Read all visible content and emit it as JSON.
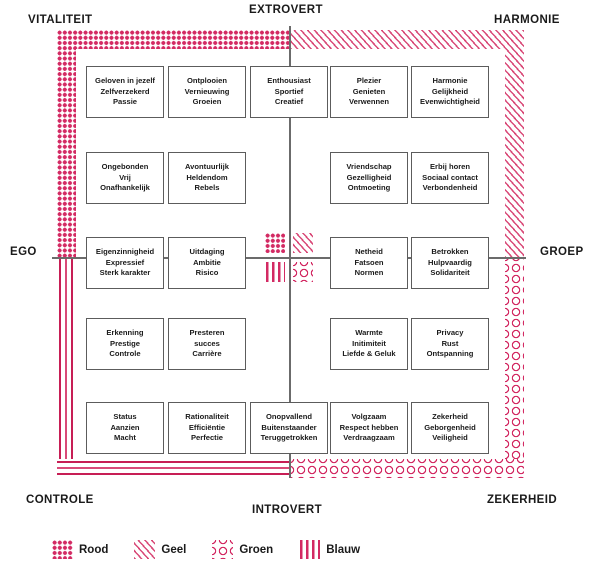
{
  "poles": {
    "top_left": "VITALITEIT",
    "top_center": "EXTROVERT",
    "top_right": "HARMONIE",
    "left": "EGO",
    "right": "GROEP",
    "bottom_left": "CONTROLE",
    "bottom_center": "INTROVERT",
    "bottom_right": "ZEKERHEID"
  },
  "colors": {
    "pattern_primary": "#d32a63",
    "pattern_secondary": "#d94a78",
    "box_border": "#5c5c5c",
    "axis": "#6b6b6b",
    "text": "#1a1a1a"
  },
  "boxes": [
    {
      "id": "geloven-in-jezelf",
      "lines": [
        "Geloven in jezelf",
        "Zelfverzekerd",
        "Passie"
      ]
    },
    {
      "id": "ontplooien",
      "lines": [
        "Ontplooien",
        "Vernieuwing",
        "Groeien"
      ]
    },
    {
      "id": "enthousiast",
      "lines": [
        "Enthousiast",
        "Sportief",
        "Creatief"
      ]
    },
    {
      "id": "plezier",
      "lines": [
        "Plezier",
        "Genieten",
        "Verwennen"
      ]
    },
    {
      "id": "harmonie",
      "lines": [
        "Harmonie",
        "Gelijkheid",
        "Evenwichtigheid"
      ]
    },
    {
      "id": "ongebonden",
      "lines": [
        "Ongebonden",
        "Vrij",
        "Onafhankelijk"
      ]
    },
    {
      "id": "avontuurlijk",
      "lines": [
        "Avontuurlijk",
        "Heldendom",
        "Rebels"
      ]
    },
    {
      "id": "vriendschap",
      "lines": [
        "Vriendschap",
        "Gezelligheid",
        "Ontmoeting"
      ]
    },
    {
      "id": "erbij-horen",
      "lines": [
        "Erbij horen",
        "Sociaal contact",
        "Verbondenheid"
      ]
    },
    {
      "id": "eigenzinnigheid",
      "lines": [
        "Eigenzinnigheid",
        "Expressief",
        "Sterk karakter"
      ]
    },
    {
      "id": "uitdaging",
      "lines": [
        "Uitdaging",
        "Ambitie",
        "Risico"
      ]
    },
    {
      "id": "netheid",
      "lines": [
        "Netheid",
        "Fatsoen",
        "Normen"
      ]
    },
    {
      "id": "betrokken",
      "lines": [
        "Betrokken",
        "Hulpvaardig",
        "Solidariteit"
      ]
    },
    {
      "id": "erkenning",
      "lines": [
        "Erkenning",
        "Prestige",
        "Controle"
      ]
    },
    {
      "id": "presteren",
      "lines": [
        "Presteren",
        "succes",
        "Carrière"
      ]
    },
    {
      "id": "warmte",
      "lines": [
        "Warmte",
        "Initimiteit",
        "Liefde & Geluk"
      ]
    },
    {
      "id": "privacy",
      "lines": [
        "Privacy",
        "Rust",
        "Ontspanning"
      ]
    },
    {
      "id": "status",
      "lines": [
        "Status",
        "Aanzien",
        "Macht"
      ]
    },
    {
      "id": "rationaliteit",
      "lines": [
        "Rationaliteit",
        "Efficiëntie",
        "Perfectie"
      ]
    },
    {
      "id": "onopvallend",
      "lines": [
        "Onopvallend",
        "Buitenstaander",
        "Teruggetrokken"
      ]
    },
    {
      "id": "volgzaam",
      "lines": [
        "Volgzaam",
        "Respect hebben",
        "Verdraagzaam"
      ]
    },
    {
      "id": "zekerheid",
      "lines": [
        "Zekerheid",
        "Geborgenheid",
        "Veiligheid"
      ]
    }
  ],
  "legend": [
    {
      "pattern": "dots-pattern",
      "label": "Rood"
    },
    {
      "pattern": "hatch-pattern",
      "label": "Geel"
    },
    {
      "pattern": "lattice-pattern",
      "label": "Groen"
    },
    {
      "pattern": "bars-pattern",
      "label": "Blauw"
    }
  ],
  "center_legend": [
    {
      "pattern": "dots-pattern",
      "label": "Rood"
    },
    {
      "pattern": "hatch-pattern",
      "label": "Geel"
    },
    {
      "pattern": "bars-pattern",
      "label": "Blauw"
    },
    {
      "pattern": "lattice-pattern",
      "label": "Groen"
    }
  ]
}
